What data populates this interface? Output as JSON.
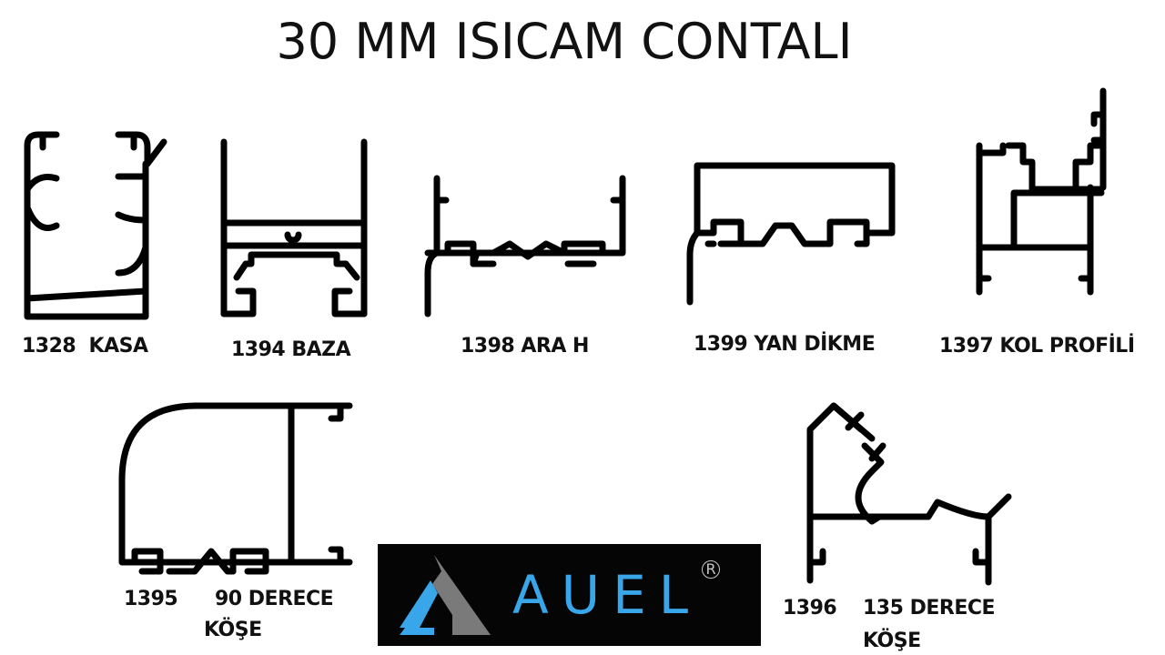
{
  "title": "30 MM ISICAM CONTALI",
  "profiles": [
    {
      "code": "1328",
      "name": "KASA",
      "label": "1328  KASA"
    },
    {
      "code": "1394",
      "name": "BAZA",
      "label": "1394 BAZA"
    },
    {
      "code": "1398",
      "name": "ARA H",
      "label": "1398 ARA H"
    },
    {
      "code": "1399",
      "name": "YAN DİKME",
      "label": "1399 YAN DİKME"
    },
    {
      "code": "1397",
      "name": "KOL PROFİLİ",
      "label": "1397 KOL PROFİLİ"
    },
    {
      "code": "1395",
      "name": "90 DERECE KÖŞE",
      "label_code": "1395",
      "label_line1": "90 DERECE",
      "label_line2": "KÖŞE"
    },
    {
      "code": "1396",
      "name": "135 DERECE KÖŞE",
      "label_code": "1396",
      "label_line1": "135 DERECE",
      "label_line2": "KÖŞE"
    }
  ],
  "logo": {
    "text": "AUEL",
    "registered": "R",
    "colors": {
      "background": "#050505",
      "primary": "#3aa6ea",
      "secondary": "#7a7a7a"
    }
  }
}
